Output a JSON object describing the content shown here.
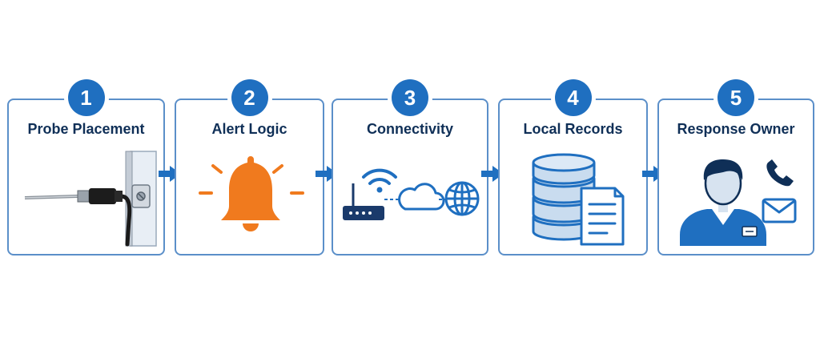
{
  "steps": [
    {
      "number": "1",
      "title": "Probe Placement",
      "icon": "temperature-probe-icon"
    },
    {
      "number": "2",
      "title": "Alert Logic",
      "icon": "alert-bell-icon"
    },
    {
      "number": "3",
      "title": "Connectivity",
      "icon": "router-cloud-globe-icon"
    },
    {
      "number": "4",
      "title": "Local Records",
      "icon": "database-document-icon"
    },
    {
      "number": "5",
      "title": "Response Owner",
      "icon": "person-phone-mail-icon"
    }
  ],
  "colors": {
    "primary": "#1f6fc0",
    "border": "#5b8fc9",
    "title": "#0f2f57",
    "alert": "#f07a1e",
    "light_blue": "#c9dcef"
  }
}
